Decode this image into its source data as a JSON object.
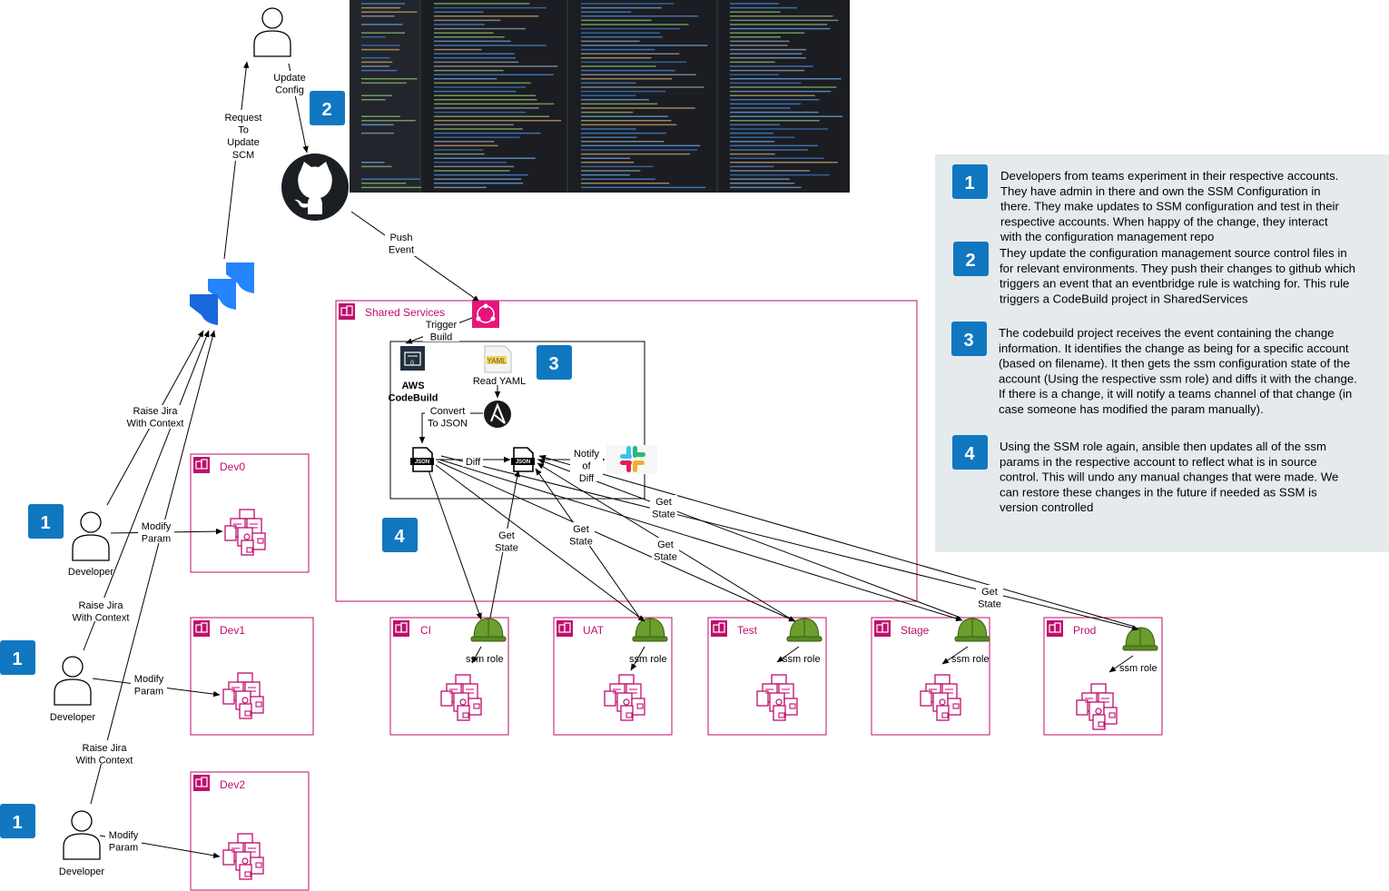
{
  "colors": {
    "account_border": "#bf0d6e",
    "badge": "#1077c0",
    "helmet": "#6b9e2d",
    "panel": "#e5eaec",
    "editor_bg": "#1b1d22"
  },
  "actors": {
    "developer_label": "Developer",
    "scm_request_label": "Request\nTo\nUpdate\nSCM",
    "update_config_label": "Update\nConfig",
    "push_event_label": "Push\nEvent",
    "raise_jira_label": "Raise Jira\nWith Context",
    "modify_param_label": "Modify\nParam"
  },
  "accounts": {
    "shared_services": "Shared Services",
    "dev": [
      "Dev0",
      "Dev1",
      "Dev2"
    ],
    "targets": [
      "CI",
      "UAT",
      "Test",
      "Stage",
      "Prod"
    ]
  },
  "pipeline": {
    "trigger_build": "Trigger\nBuild",
    "codebuild": "AWS\nCodeBuild",
    "yaml_icon_text": "YAML",
    "read_yaml": "Read YAML",
    "convert_json": "Convert\nTo JSON",
    "json_icon_text": "JSON",
    "diff": "Diff",
    "notify_diff": "Notify\nof\nDiff",
    "get_state": "Get\nState",
    "ssm_role": "ssm role"
  },
  "steps": [
    {
      "num": "1",
      "text": "Developers from teams experiment in their respective accounts.\nThey have admin in there and own the SSM Configuration in\nthere. They make updates to SSM configuration and test in their\nrespective accounts. When happy of the change, they interact\nwith the configuration management repo"
    },
    {
      "num": "2",
      "text": "They update the configuration management source control files in\nfor relevant environments. They push their changes to github which\ntriggers an event that an eventbridge rule is watching for. This rule\ntriggers a CodeBuild project in SharedServices"
    },
    {
      "num": "3",
      "text": "The codebuild project receives the event containing the change\ninformation. It identifies the change as being for a specific account\n(based on filename). It then gets the ssm configuration state of the\naccount (Using the respective ssm role) and diffs it with the change.\nIf there is a change, it will notify a teams channel of that change (in\ncase someone has modified the param manually)."
    },
    {
      "num": "4",
      "text": "Using the SSM role again, ansible then updates all of the ssm\nparams in the respective account to reflect what is in source\ncontrol. This will undo any manual changes that were made. We\ncan restore these changes in the future if needed as SSM is\nversion controlled"
    }
  ],
  "badges": {
    "dev_step": "1",
    "github_step": "2",
    "codebuild_step": "3",
    "shared_step": "4"
  }
}
